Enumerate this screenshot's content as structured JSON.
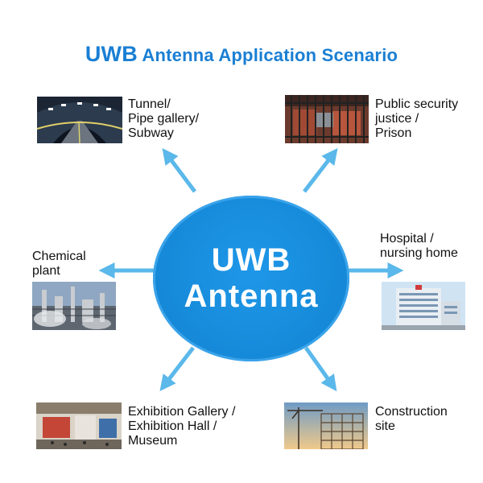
{
  "title": {
    "prefix": "UWB",
    "rest": " Antenna Application Scenario"
  },
  "hub": {
    "line1": "UWB",
    "line2": "Antenna"
  },
  "scenarios": {
    "tunnel": {
      "lines": [
        "Tunnel/",
        "Pipe gallery/",
        "Subway"
      ]
    },
    "prison": {
      "lines": [
        "Public security",
        "justice /",
        "Prison"
      ]
    },
    "chemical": {
      "lines": [
        "Chemical",
        "plant"
      ]
    },
    "hospital": {
      "lines": [
        "Hospital /",
        "nursing home"
      ]
    },
    "exhibition": {
      "lines": [
        "Exhibition Gallery /",
        "Exhibition Hall /",
        "Museum"
      ]
    },
    "construction": {
      "lines": [
        "Construction",
        "site"
      ]
    }
  },
  "colors": {
    "accent": "#1a7fd4",
    "hub": "#1589d8",
    "arrow": "#5bb8ea"
  }
}
